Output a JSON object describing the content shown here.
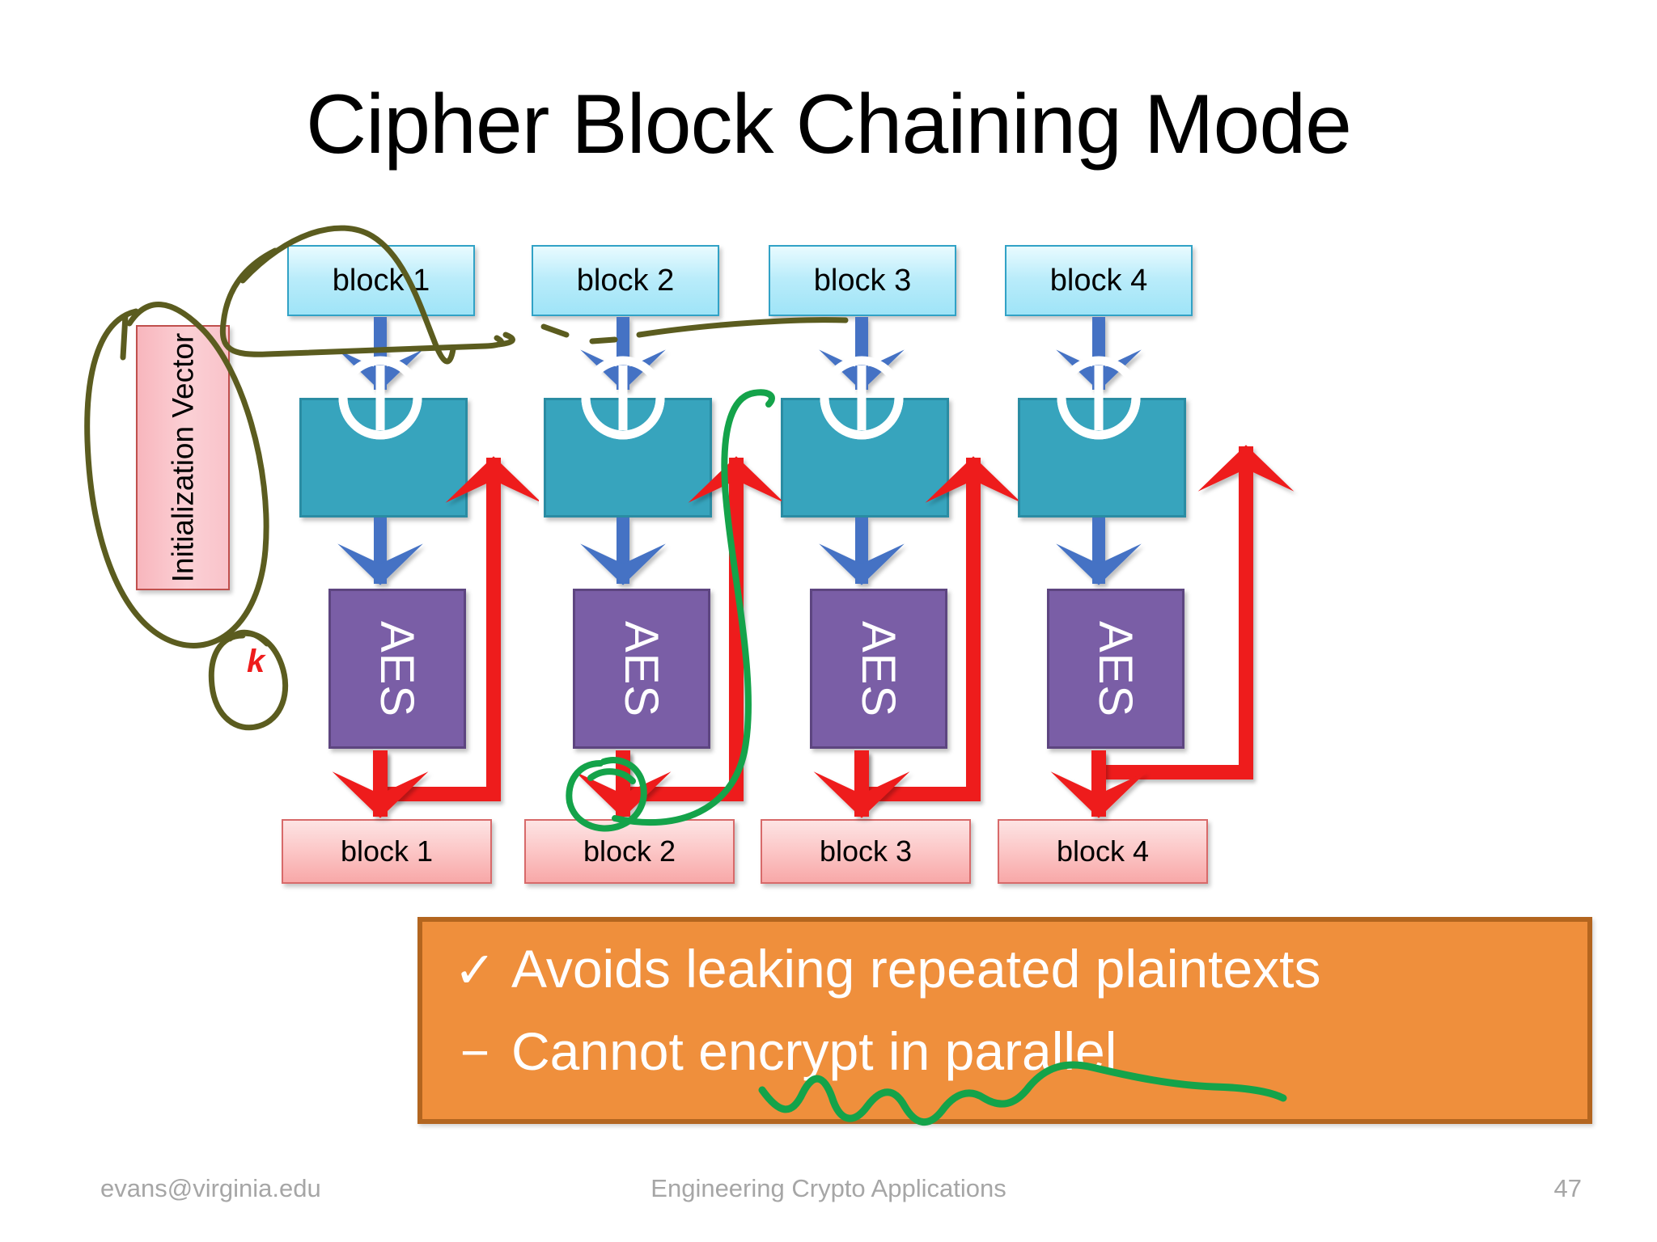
{
  "slide": {
    "title": "Cipher Block Chaining Mode",
    "background_color": "#ffffff"
  },
  "colors": {
    "plaintext_block": "#b9ecfa",
    "plaintext_border": "#31a2c6",
    "xor_box": "#37a4bd",
    "aes_box": "#7a5ea6",
    "ciphertext_block": "#fcc9c9",
    "ciphertext_border": "#d86a6a",
    "iv_box": "#fbd0d5",
    "iv_border": "#c0504d",
    "callout_fill": "#ef8f3c",
    "callout_border": "#b3651f",
    "key_arrow": "#ee1c1c",
    "feedback_arrow": "#ee1c1c",
    "data_arrow": "#4472c4",
    "ink_olive": "#5b5c1f",
    "ink_green": "#14a34a",
    "footer_text": "#a6a6a6"
  },
  "diagram": {
    "iv": {
      "label": "Initialization Vector",
      "orientation": "vertical"
    },
    "key": {
      "label": "k"
    },
    "plaintext_blocks": [
      {
        "label": "block 1"
      },
      {
        "label": "block 2"
      },
      {
        "label": "block 3"
      },
      {
        "label": "block 4"
      }
    ],
    "xor_nodes": [
      {
        "symbol": "XOR"
      },
      {
        "symbol": "XOR"
      },
      {
        "symbol": "XOR"
      },
      {
        "symbol": "XOR"
      }
    ],
    "cipher_engines": [
      {
        "label": "AES"
      },
      {
        "label": "AES"
      },
      {
        "label": "AES"
      },
      {
        "label": "AES"
      }
    ],
    "ciphertext_blocks": [
      {
        "label": "block 1"
      },
      {
        "label": "block 2"
      },
      {
        "label": "block 3"
      },
      {
        "label": "block 4"
      }
    ]
  },
  "callout": {
    "rows": [
      {
        "bullet": "✓",
        "text": "Avoids leaking repeated plaintexts"
      },
      {
        "bullet": "−",
        "text": "Cannot encrypt in parallel"
      }
    ]
  },
  "annotations": {
    "ink_marks": [
      {
        "name": "olive-loop-around-iv",
        "color": "#5b5c1f"
      },
      {
        "name": "olive-arc-over-block-1",
        "color": "#5b5c1f"
      },
      {
        "name": "olive-dashed-line-to-block-3",
        "color": "#5b5c1f"
      },
      {
        "name": "olive-circle-around-key",
        "color": "#5b5c1f"
      },
      {
        "name": "green-circle-on-ciphertext-2",
        "color": "#14a34a"
      },
      {
        "name": "green-curve-to-xor-3",
        "color": "#14a34a"
      },
      {
        "name": "green-squiggle-under-cannot-encrypt-in-parallel",
        "color": "#14a34a"
      }
    ]
  },
  "footer": {
    "email": "evans@virginia.edu",
    "course": "Engineering Crypto Applications",
    "page_number": "47"
  }
}
